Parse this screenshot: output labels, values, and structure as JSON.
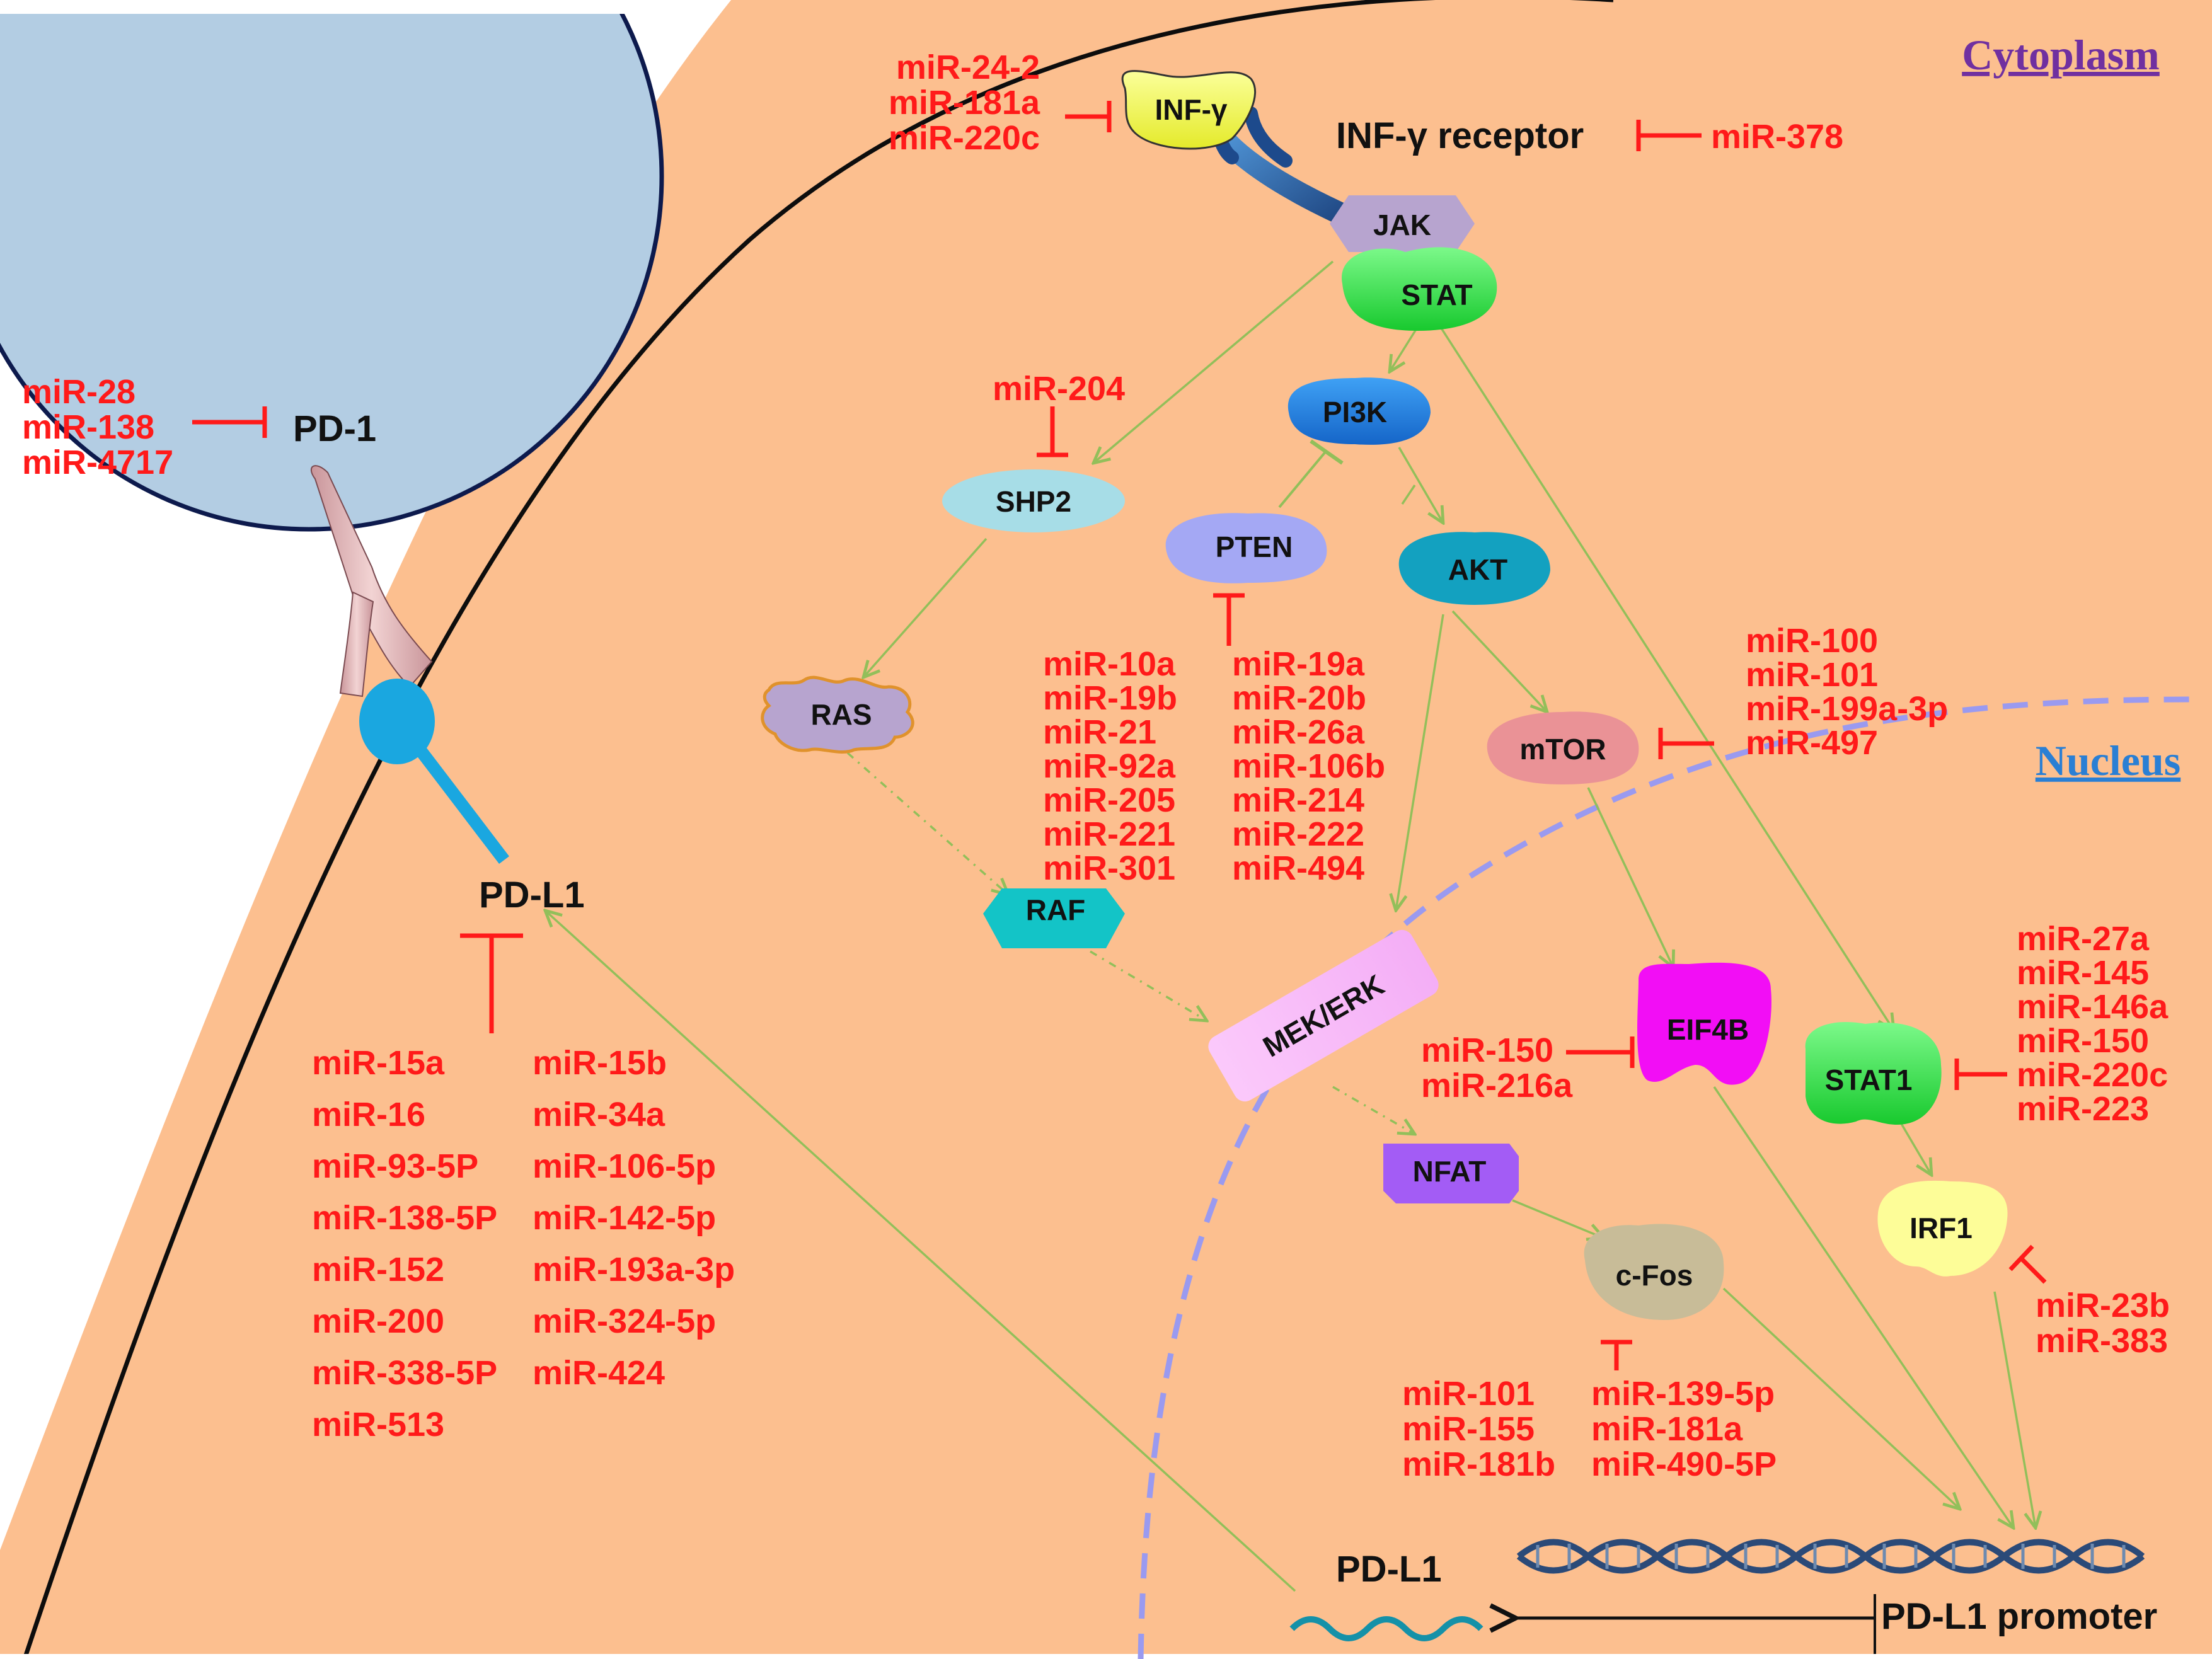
{
  "regions": {
    "cytoplasm": "Cytoplasm",
    "nucleus": "Nucleus"
  },
  "colors": {
    "cell_fill": "#fcbf8f",
    "tcell_fill": "#b3cde3",
    "mirna_red": "#ff1a1a",
    "arrow_green": "#92bf5a",
    "nucleus_dash": "#9a9af0"
  },
  "nodes": {
    "ifng": "INF-γ",
    "ifng_receptor": "INF-γ receptor",
    "jak": "JAK",
    "stat": "STAT",
    "pi3k": "PI3K",
    "shp2": "SHP2",
    "pten": "PTEN",
    "akt": "AKT",
    "ras": "RAS",
    "mtor": "mTOR",
    "raf": "RAF",
    "mek_erk": "MEK/ERK",
    "eif4b": "EIF4B",
    "stat1": "STAT1",
    "nfat": "NFAT",
    "irf1": "IRF1",
    "cfos": "c-Fos",
    "pd1": "PD-1",
    "pdl1_membrane": "PD-L1",
    "pdl1_mrna": "PD-L1",
    "pdl1_promoter": "PD-L1 promoter"
  },
  "mirna_groups": {
    "ifng": [
      "miR-24-2",
      "miR-181a",
      "miR-220c"
    ],
    "ifng_receptor": [
      "miR-378"
    ],
    "pd1": [
      "miR-28",
      "miR-138",
      "miR-4717"
    ],
    "shp2": [
      "miR-204"
    ],
    "pten_left": [
      "miR-10a",
      "miR-19b",
      "miR-21",
      "miR-92a",
      "miR-205",
      "miR-221",
      "miR-301"
    ],
    "pten_right": [
      "miR-19a",
      "miR-20b",
      "miR-26a",
      "miR-106b",
      "miR-214",
      "miR-222",
      "miR-494"
    ],
    "mtor": [
      "miR-100",
      "miR-101",
      "miR-199a-3p",
      "miR-497"
    ],
    "pdl1_left": [
      "miR-15a",
      "miR-16",
      "miR-93-5P",
      "miR-138-5P",
      "miR-152",
      "miR-200",
      "miR-338-5P",
      "miR-513"
    ],
    "pdl1_right": [
      "miR-15b",
      "miR-34a",
      "miR-106-5p",
      "miR-142-5p",
      "miR-193a-3p",
      "miR-324-5p",
      "miR-424"
    ],
    "eif4b": [
      "miR-150",
      "miR-216a"
    ],
    "stat1": [
      "miR-27a",
      "miR-145",
      "miR-146a",
      "miR-150",
      "miR-220c",
      "miR-223"
    ],
    "irf1": [
      "miR-23b",
      "miR-383"
    ],
    "cfos_left": [
      "miR-101",
      "miR-155",
      "miR-181b"
    ],
    "cfos_right": [
      "miR-139-5p",
      "miR-181a",
      "miR-490-5P"
    ]
  }
}
